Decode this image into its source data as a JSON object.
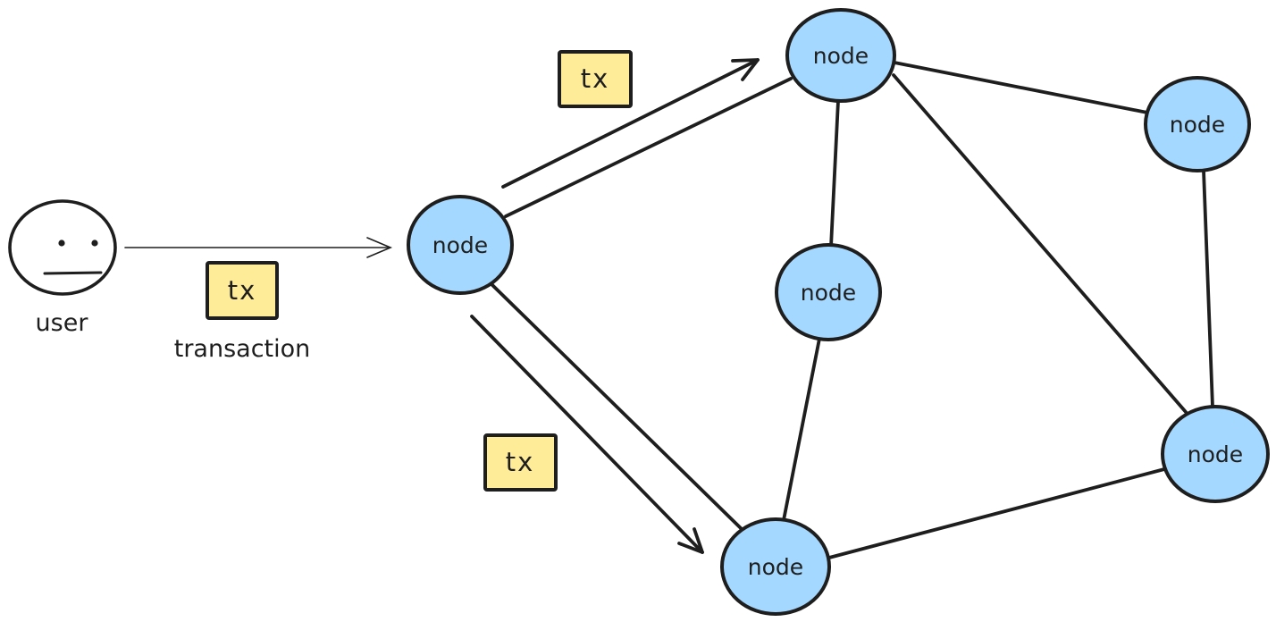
{
  "diagram": {
    "background": "#ffffff",
    "stroke_color": "#1e1e1e",
    "node_fill": "#a5d8ff",
    "badge_fill": "#ffec99",
    "text_color": "#1e1e1e"
  },
  "labels": {
    "user": "user",
    "transaction": "transaction"
  },
  "graph": {
    "nodes": [
      {
        "id": "node-left",
        "label": "node"
      },
      {
        "id": "node-top",
        "label": "node"
      },
      {
        "id": "node-right",
        "label": "node"
      },
      {
        "id": "node-middle",
        "label": "node"
      },
      {
        "id": "node-bottom",
        "label": "node"
      },
      {
        "id": "node-bottom-right",
        "label": "node"
      }
    ],
    "edges": [
      {
        "from": "node-left",
        "to": "node-top"
      },
      {
        "from": "node-left",
        "to": "node-bottom"
      },
      {
        "from": "node-top",
        "to": "node-right"
      },
      {
        "from": "node-top",
        "to": "node-middle"
      },
      {
        "from": "node-top",
        "to": "node-bottom-right"
      },
      {
        "from": "node-middle",
        "to": "node-bottom"
      },
      {
        "from": "node-bottom",
        "to": "node-bottom-right"
      },
      {
        "from": "node-right",
        "to": "node-bottom-right"
      }
    ],
    "arrows": [
      {
        "from": "user",
        "to": "node-left",
        "label": "tx"
      },
      {
        "from": "node-left",
        "to": "node-top",
        "label": "tx"
      },
      {
        "from": "node-left",
        "to": "node-bottom",
        "label": "tx"
      }
    ]
  }
}
